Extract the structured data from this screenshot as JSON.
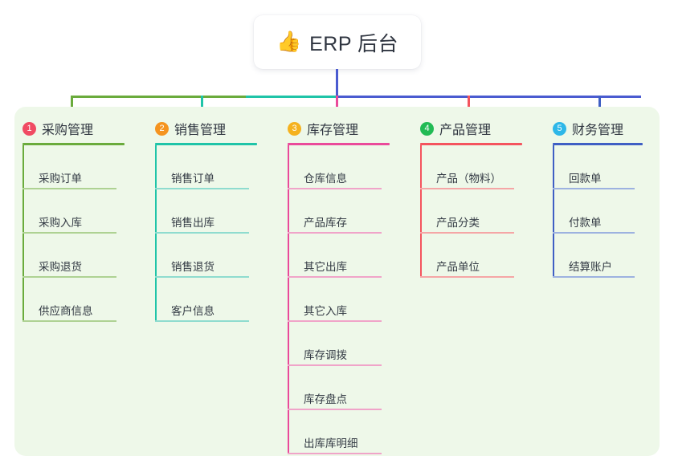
{
  "root": {
    "icon": "thumbs-up-icon",
    "icon_glyph": "👍",
    "title": "ERP 后台"
  },
  "panel": {
    "background_color": "#eef8e9"
  },
  "connector": {
    "segment_colors": [
      "#6aab3c",
      "#1fc4a8",
      "#4a5bd0",
      "#4a5bd0"
    ],
    "root_stem_color": "#4a5bd0"
  },
  "columns": [
    {
      "number": "1",
      "badge_color": "#f04b63",
      "line_color": "#6aab3c",
      "leaf_line_color": "#aed293",
      "title": "采购管理",
      "leaves": [
        "采购订单",
        "采购入库",
        "采购退货",
        "供应商信息"
      ]
    },
    {
      "number": "2",
      "badge_color": "#f5941f",
      "line_color": "#1fc4a8",
      "leaf_line_color": "#8fdccf",
      "title": "销售管理",
      "leaves": [
        "销售订单",
        "销售出库",
        "销售退货",
        "客户信息"
      ]
    },
    {
      "number": "3",
      "badge_color": "#f5b21f",
      "line_color": "#ea4a9a",
      "leaf_line_color": "#f0a4c9",
      "title": "库存管理",
      "leaves": [
        "仓库信息",
        "产品库存",
        "其它出库",
        "其它入库",
        "库存调拨",
        "库存盘点",
        "出库库明细"
      ]
    },
    {
      "number": "4",
      "badge_color": "#22bb55",
      "line_color": "#f4545e",
      "leaf_line_color": "#f5a6a6",
      "title": "产品管理",
      "leaves": [
        "产品（物料）",
        "产品分类",
        "产品单位"
      ]
    },
    {
      "number": "5",
      "badge_color": "#2eb7e8",
      "line_color": "#3f5fc4",
      "leaf_line_color": "#9db2e0",
      "title": "财务管理",
      "leaves": [
        "回款单",
        "付款单",
        "结算账户"
      ]
    }
  ]
}
